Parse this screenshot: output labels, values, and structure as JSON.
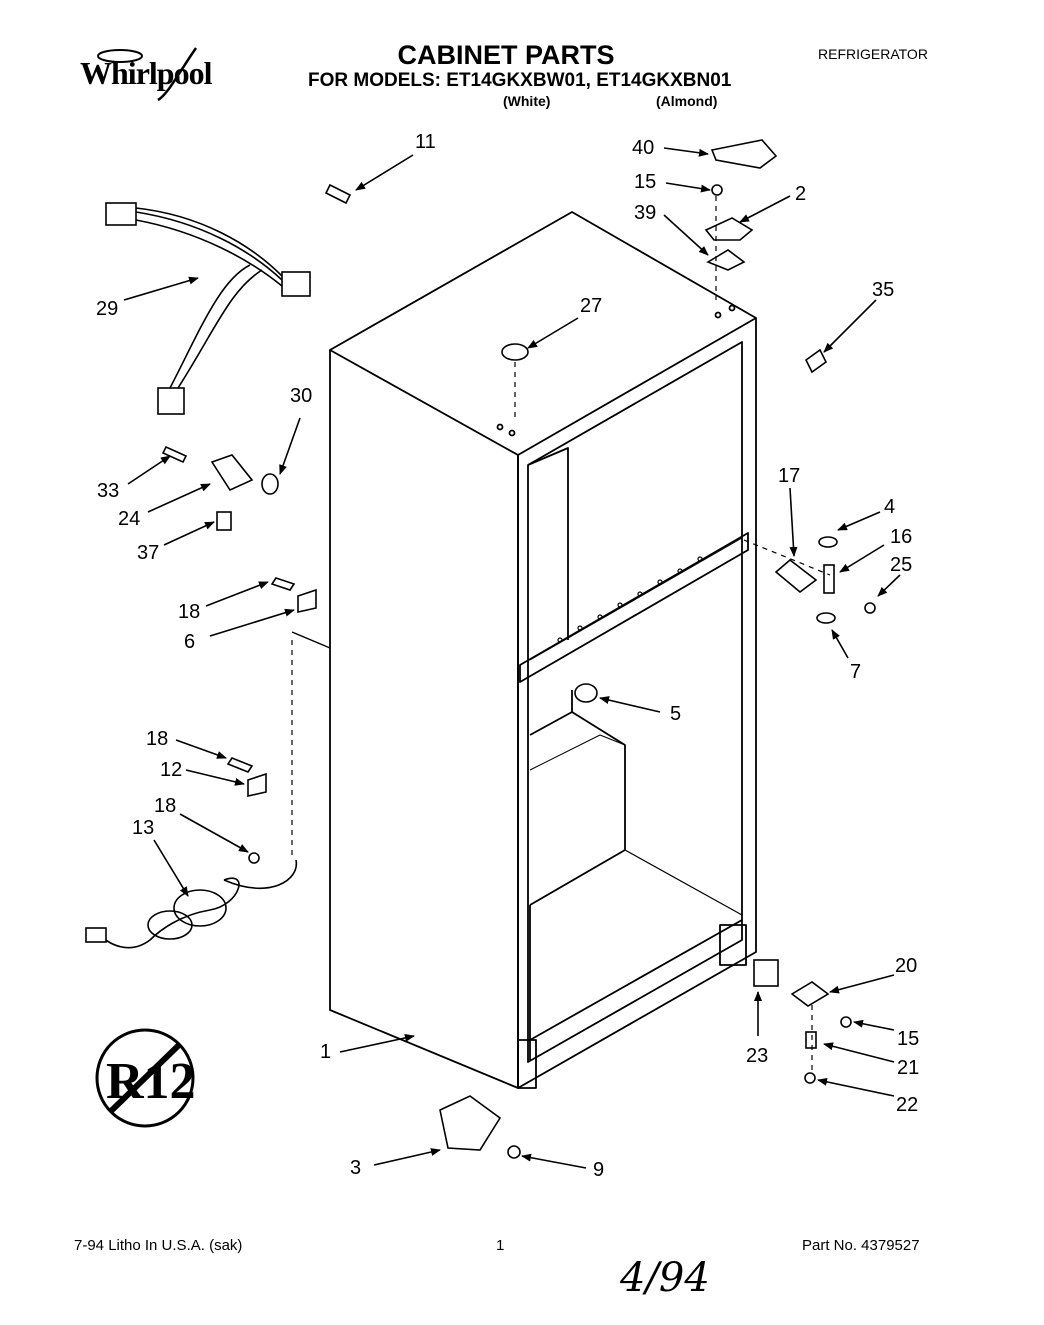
{
  "header": {
    "brand": "Whirlpool",
    "title": "CABINET PARTS",
    "models_line": "FOR MODELS: ET14GKXBW01, ET14GKXBN01",
    "variant_white": "(White)",
    "variant_almond": "(Almond)",
    "category": "REFRIGERATOR"
  },
  "badge": {
    "text": "R12"
  },
  "callouts": [
    {
      "id": "c11",
      "label": "11"
    },
    {
      "id": "c40",
      "label": "40"
    },
    {
      "id": "c15a",
      "label": "15"
    },
    {
      "id": "c2",
      "label": "2"
    },
    {
      "id": "c39",
      "label": "39"
    },
    {
      "id": "c29",
      "label": "29"
    },
    {
      "id": "c27",
      "label": "27"
    },
    {
      "id": "c35",
      "label": "35"
    },
    {
      "id": "c30",
      "label": "30"
    },
    {
      "id": "c33",
      "label": "33"
    },
    {
      "id": "c24",
      "label": "24"
    },
    {
      "id": "c37",
      "label": "37"
    },
    {
      "id": "c17",
      "label": "17"
    },
    {
      "id": "c4",
      "label": "4"
    },
    {
      "id": "c16",
      "label": "16"
    },
    {
      "id": "c25",
      "label": "25"
    },
    {
      "id": "c18a",
      "label": "18"
    },
    {
      "id": "c6",
      "label": "6"
    },
    {
      "id": "c7",
      "label": "7"
    },
    {
      "id": "c5",
      "label": "5"
    },
    {
      "id": "c18b",
      "label": "18"
    },
    {
      "id": "c12",
      "label": "12"
    },
    {
      "id": "c18c",
      "label": "18"
    },
    {
      "id": "c13",
      "label": "13"
    },
    {
      "id": "c20",
      "label": "20"
    },
    {
      "id": "c15b",
      "label": "15"
    },
    {
      "id": "c23",
      "label": "23"
    },
    {
      "id": "c21",
      "label": "21"
    },
    {
      "id": "c1",
      "label": "1"
    },
    {
      "id": "c22",
      "label": "22"
    },
    {
      "id": "c3",
      "label": "3"
    },
    {
      "id": "c9",
      "label": "9"
    }
  ],
  "footer": {
    "left": "7-94 Litho In U.S.A. (sak)",
    "page": "1",
    "part_no": "Part No. 4379527",
    "handwritten": "4/94"
  }
}
